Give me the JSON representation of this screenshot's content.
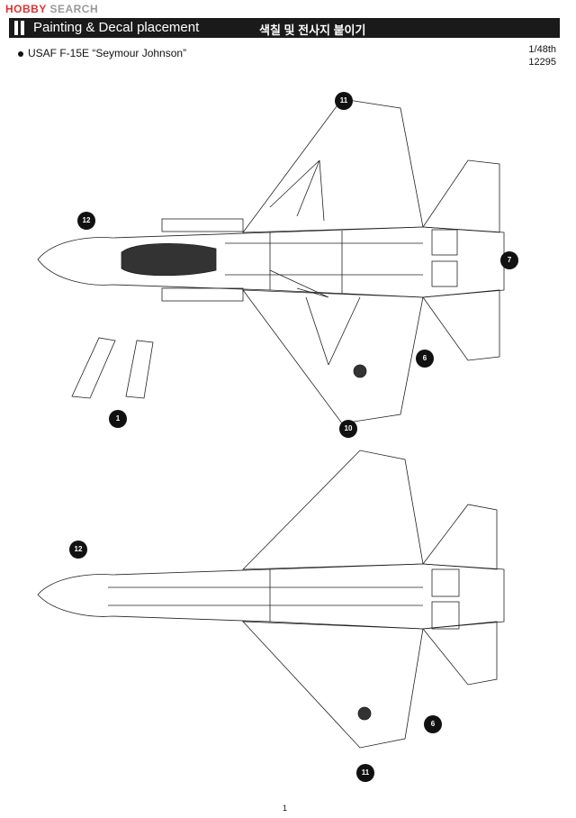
{
  "watermark": {
    "brand": "HOBBY",
    "suffix": "SEARCH"
  },
  "header": {
    "title": "Painting & Decal placement",
    "title_ko": "색칠 및 전사지 붙이기"
  },
  "aircraft": {
    "name": "USAF F-15E “Seymour Johnson”"
  },
  "scale": {
    "ratio": "1/48th",
    "kit_number": "12295"
  },
  "markers": {
    "m1": "1",
    "m6a": "6",
    "m6b": "6",
    "m7": "7",
    "m10": "10",
    "m11a": "11",
    "m11b": "11",
    "m12a": "12",
    "m12b": "12"
  },
  "page_number": "1"
}
